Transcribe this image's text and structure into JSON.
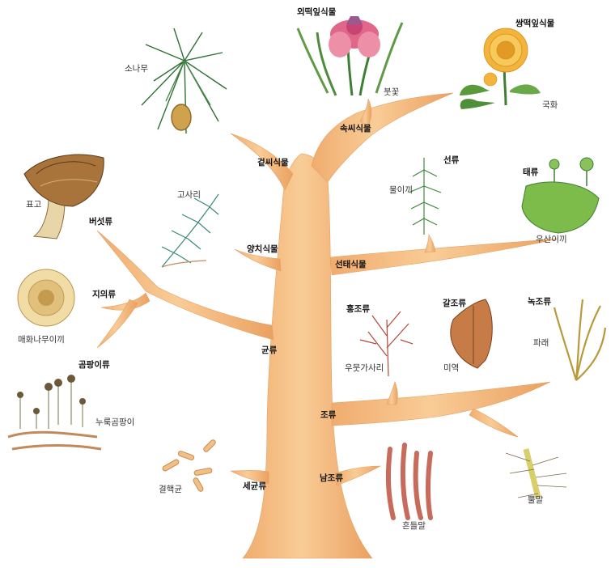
{
  "tree": {
    "branches": {
      "monocots": "외떡잎식물",
      "dicots": "쌍떡잎식물",
      "angiosperms": "속씨식물",
      "gymnosperms": "겉씨식물",
      "ferns": "양치식물",
      "bryophytes": "선태식물",
      "mosses": "선류",
      "liverworts": "태류",
      "fungi": "균류",
      "mushrooms": "버섯류",
      "lichens": "지의류",
      "molds": "곰팡이류",
      "red_algae": "홍조류",
      "brown_algae": "갈조류",
      "green_algae": "녹조류",
      "algae": "조류",
      "bacteria": "세균류",
      "cyanobacteria": "남조류"
    },
    "examples": {
      "iris": "붓꽃",
      "chrysanthemum": "국화",
      "pine": "소나무",
      "shiitake": "표고",
      "bracken": "고사리",
      "water_moss": "물이끼",
      "umbrella_liverwort": "우산이끼",
      "plum_lichen": "매화나무이끼",
      "bread_mold": "누룩곰팡이",
      "red_seaweed": "우뭇가사리",
      "sea_mustard": "미역",
      "green_laver": "파래",
      "tb_bacteria": "결핵균",
      "oscillatoria": "흔들말",
      "nostoc": "뿔말"
    }
  },
  "colors": {
    "trunk": "#f6be86",
    "trunk_shade": "#e9a466",
    "leaf_green": "#4f8f3a",
    "iris_pink": "#e0668a",
    "chrysanthemum": "#f2b43a",
    "mushroom_brown": "#8b5a2b",
    "red_alga": "#b5473b",
    "brown_alga": "#b36a3c",
    "green_alga": "#c9b24a",
    "cyanobacteria": "#c76b5c"
  }
}
